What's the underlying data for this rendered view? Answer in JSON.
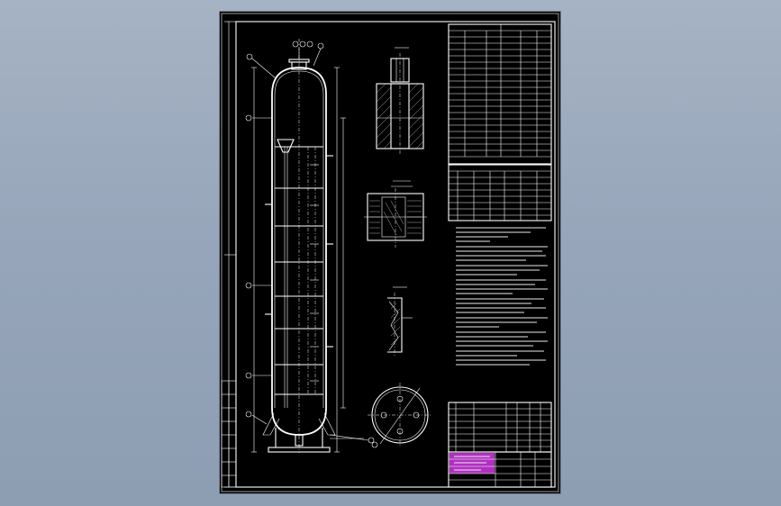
{
  "viewer": {
    "canvas_color": "#97a6ba",
    "sheet_color": "#000000",
    "line_color": "#ffffff",
    "title_block_accent": "#b030c0"
  },
  "drawing": {
    "callouts": [
      "1",
      "2",
      "3",
      "4",
      "5",
      "6",
      "7",
      "8",
      "9",
      "10",
      "11"
    ]
  }
}
